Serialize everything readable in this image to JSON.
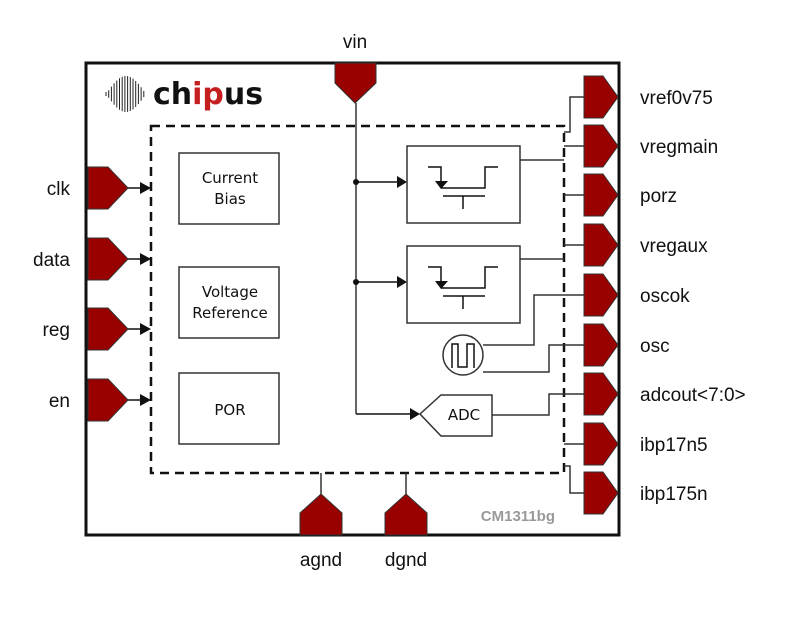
{
  "logo": {
    "text_parts": [
      "ch",
      "ip",
      "us"
    ],
    "accent_color": "#c41e1e",
    "text_color": "#111111"
  },
  "part_number": "CM1311bg",
  "colors": {
    "pin_fill": "#990000",
    "line": "#111111",
    "part_number": "#999999"
  },
  "top_pins": [
    {
      "name": "vin"
    }
  ],
  "left_pins": [
    {
      "name": "clk"
    },
    {
      "name": "data"
    },
    {
      "name": "reg"
    },
    {
      "name": "en"
    }
  ],
  "right_pins": [
    {
      "name": "vref0v75"
    },
    {
      "name": "vregmain"
    },
    {
      "name": "porz"
    },
    {
      "name": "vregaux"
    },
    {
      "name": "oscok"
    },
    {
      "name": "osc"
    },
    {
      "name": "adcout<7:0>"
    },
    {
      "name": "ibp17n5"
    },
    {
      "name": "ibp175n"
    }
  ],
  "bottom_pins": [
    {
      "name": "agnd"
    },
    {
      "name": "dgnd"
    }
  ],
  "blocks": {
    "current_bias": [
      "Current",
      "Bias"
    ],
    "voltage_reference": [
      "Voltage",
      "Reference"
    ],
    "por": [
      "POR"
    ],
    "ldo_main": "regulator-icon",
    "ldo_aux": "regulator-icon",
    "oscillator": "square-wave-icon",
    "adc": "ADC"
  }
}
